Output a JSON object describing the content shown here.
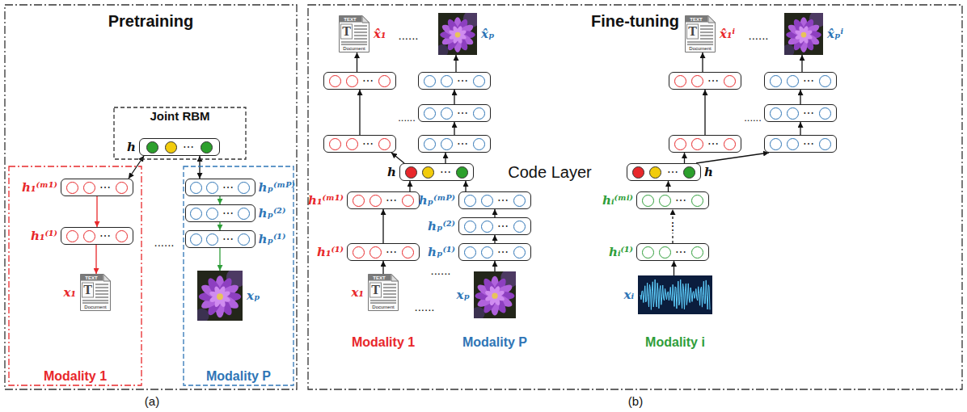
{
  "diagram": {
    "nodes": [
      {
        "text": [
          "Pretraining"
        ]
      },
      {
        "text": [
          "Joint RBM"
        ],
        "in": 0
      },
      {
        "text": [
          "h",
          "⋯"
        ],
        "in": 1
      },
      {
        "text": [
          "Modality 1"
        ],
        "in": 0
      },
      {
        "text": [
          "h₁⁽ᵐ¹⁾",
          "⋯"
        ],
        "in": 3
      },
      {
        "text": [
          "h₁⁽¹⁾",
          "⋯"
        ],
        "in": 3
      },
      {
        "text": [
          "x₁",
          "TEXT",
          "T",
          "Document"
        ],
        "in": 3
      },
      {
        "text": [
          "Modality P"
        ],
        "in": 0
      },
      {
        "text": [
          "hₚ⁽ᵐᴾ⁾",
          "⋯"
        ],
        "in": 7
      },
      {
        "text": [
          "hₚ⁽²⁾",
          "⋯"
        ],
        "in": 7
      },
      {
        "text": [
          "hₚ⁽¹⁾",
          "⋯"
        ],
        "in": 7
      },
      {
        "text": [
          "xₚ"
        ],
        "in": 7
      },
      {
        "text": [
          "Fine-tuning"
        ]
      },
      {
        "text": [
          "x̂₁",
          "TEXT",
          "T",
          "Document"
        ],
        "in": 12
      },
      {
        "text": [
          "x̂ₚ"
        ],
        "in": 12
      },
      {
        "text": [
          "x̂₁ⁱ",
          "TEXT",
          "T",
          "Document"
        ],
        "in": 12
      },
      {
        "text": [
          "x̂ₚⁱ"
        ],
        "in": 12
      },
      {
        "text": [
          "⋯"
        ],
        "in": 12
      },
      {
        "text": [
          "⋯"
        ],
        "in": 12
      },
      {
        "text": [
          "⋯"
        ],
        "in": 12
      },
      {
        "text": [
          "⋯"
        ],
        "in": 12
      },
      {
        "text": [
          "⋯"
        ],
        "in": 12
      },
      {
        "text": [
          "⋯"
        ],
        "in": 12
      },
      {
        "text": [
          "⋯"
        ],
        "in": 12
      },
      {
        "text": [
          "⋯"
        ],
        "in": 12
      },
      {
        "text": [
          "⋯"
        ],
        "in": 12
      },
      {
        "text": [
          "⋯"
        ],
        "in": 12
      },
      {
        "text": [
          "h",
          "⋯"
        ],
        "in": 12
      },
      {
        "text": [
          "h",
          "⋯"
        ],
        "in": 12
      },
      {
        "text": [
          "h₁⁽ᵐ¹⁾",
          "⋯"
        ],
        "in": 12
      },
      {
        "text": [
          "hₚ⁽ᵐᴾ⁾",
          "⋯"
        ],
        "in": 12
      },
      {
        "text": [
          "hᵢ⁽ᵐⁱ⁾",
          "⋯"
        ],
        "in": 12
      },
      {
        "text": [
          "hₚ⁽²⁾",
          "⋯"
        ],
        "in": 12
      },
      {
        "text": [
          "h₁⁽¹⁾",
          "⋯"
        ],
        "in": 12
      },
      {
        "text": [
          "hₚ⁽¹⁾",
          "⋯"
        ],
        "in": 12
      },
      {
        "text": [
          "hᵢ⁽¹⁾",
          "⋯"
        ],
        "in": 12
      },
      {
        "text": [
          "x₁",
          "TEXT",
          "T",
          "Document"
        ],
        "in": 12
      },
      {
        "text": [
          "xₚ"
        ],
        "in": 12
      },
      {
        "text": [
          "xᵢ"
        ],
        "in": 12
      }
    ],
    "edges": [
      {
        "from": 2,
        "to": 4,
        "arrow": "both"
      },
      {
        "from": 2,
        "to": 8,
        "arrow": "both"
      },
      {
        "from": 4,
        "to": 5,
        "arrow": "to"
      },
      {
        "from": 5,
        "to": 6,
        "arrow": "to"
      },
      {
        "from": 8,
        "to": 9,
        "arrow": "to"
      },
      {
        "from": 9,
        "to": 10,
        "arrow": "to"
      },
      {
        "from": 10,
        "to": 11,
        "arrow": "to"
      },
      {
        "from": 36,
        "to": 33,
        "arrow": "to"
      },
      {
        "from": 33,
        "to": 29,
        "arrow": "to"
      },
      {
        "from": 29,
        "to": 27,
        "arrow": "to"
      },
      {
        "from": 37,
        "to": 34,
        "arrow": "to"
      },
      {
        "from": 34,
        "to": 32,
        "arrow": "to"
      },
      {
        "from": 32,
        "to": 30,
        "arrow": "to"
      },
      {
        "from": 30,
        "to": 27,
        "arrow": "to"
      },
      {
        "from": 27,
        "to": 23,
        "arrow": "to"
      },
      {
        "from": 27,
        "to": 24,
        "arrow": "to"
      },
      {
        "from": 23,
        "to": 17,
        "arrow": "to"
      },
      {
        "from": 17,
        "to": 13,
        "arrow": "to"
      },
      {
        "from": 24,
        "to": 21,
        "arrow": "to"
      },
      {
        "from": 21,
        "to": 18,
        "arrow": "to"
      },
      {
        "from": 18,
        "to": 14,
        "arrow": "to"
      },
      {
        "from": 38,
        "to": 35,
        "arrow": "to"
      },
      {
        "from": 35,
        "to": 31,
        "arrow": "to",
        "label": "⋮"
      },
      {
        "from": 31,
        "to": 28,
        "arrow": "to"
      },
      {
        "from": 28,
        "to": 25,
        "arrow": "to"
      },
      {
        "from": 28,
        "to": 26,
        "arrow": "to"
      },
      {
        "from": 25,
        "to": 19,
        "arrow": "to"
      },
      {
        "from": 19,
        "to": 15,
        "arrow": "to"
      },
      {
        "from": 26,
        "to": 22,
        "arrow": "to"
      },
      {
        "from": 22,
        "to": 20,
        "arrow": "to"
      },
      {
        "from": 20,
        "to": 16,
        "arrow": "to"
      }
    ],
    "labels": [
      "......",
      "......",
      "......",
      "......",
      "......",
      "Code Layer",
      "......",
      "......",
      "Modality 1",
      "Modality P",
      "Modality i",
      "(a)",
      "(b)"
    ]
  }
}
